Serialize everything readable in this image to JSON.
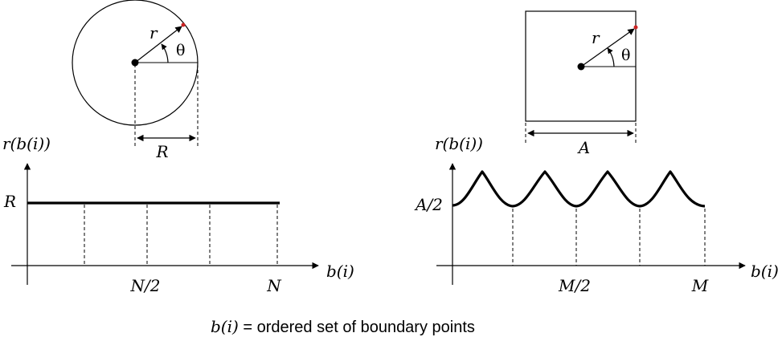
{
  "left": {
    "shape_radius_label": "r",
    "shape_angle_label": "θ",
    "shape_dimension_label": "R",
    "y_axis_label": "r(b(i))",
    "x_axis_label": "b(i)",
    "level_label": "R",
    "tick_mid_label": "N/2",
    "tick_end_label": "N"
  },
  "right": {
    "shape_radius_label": "r",
    "shape_angle_label": "θ",
    "shape_dimension_label": "A",
    "y_axis_label": "r(b(i))",
    "x_axis_label": "b(i)",
    "level_label": "A/2",
    "tick_mid_label": "M/2",
    "tick_end_label": "M"
  },
  "caption": {
    "variable": "b(i)",
    "text": " = ordered set of boundary points"
  },
  "colors": {
    "line": "#000000",
    "point": "#cc2222"
  }
}
